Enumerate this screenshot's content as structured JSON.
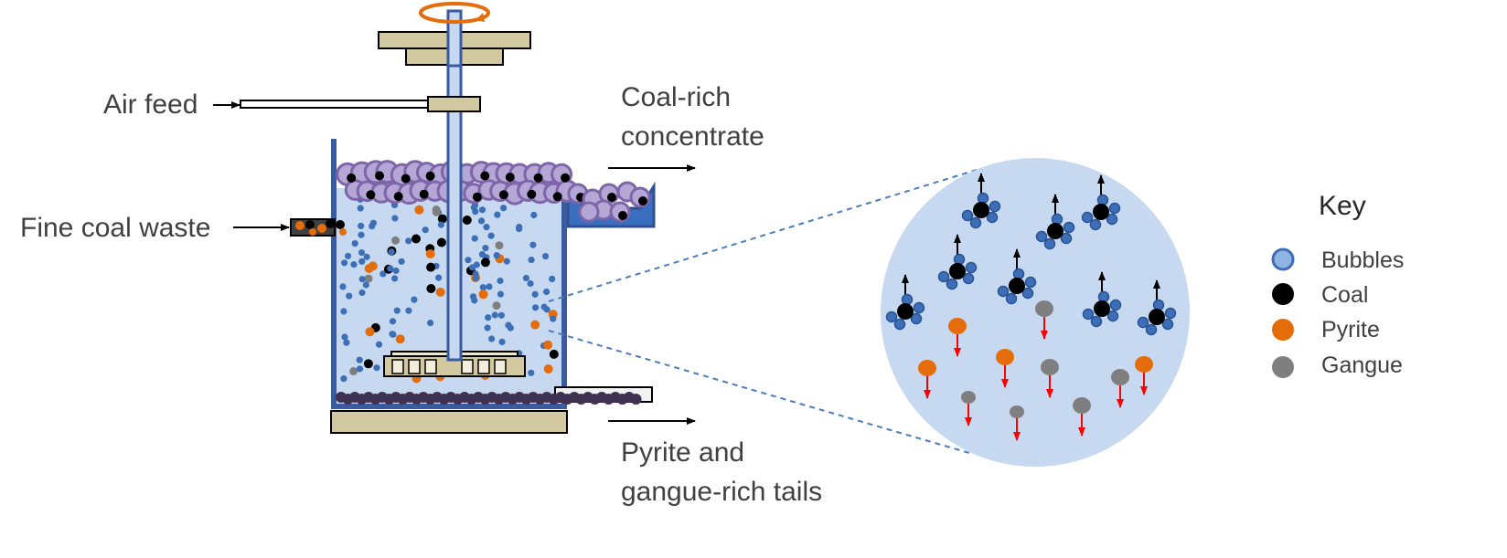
{
  "labels": {
    "air_feed": "Air feed",
    "fine_coal_waste": "Fine coal waste",
    "concentrate_line1": "Coal-rich",
    "concentrate_line2": "concentrate",
    "tails_line1": "Pyrite and",
    "tails_line2": "gangue-rich tails"
  },
  "key": {
    "title": "Key",
    "items": [
      {
        "label": "Bubbles",
        "color": "#8fb4e3",
        "stroke": "#3d6fb6"
      },
      {
        "label": "Coal",
        "color": "#000000",
        "stroke": "#000000"
      },
      {
        "label": "Pyrite",
        "color": "#e46c0a",
        "stroke": "#e46c0a"
      },
      {
        "label": "Gangue",
        "color": "#7f7f7f",
        "stroke": "#7f7f7f"
      }
    ]
  },
  "colors": {
    "tank_wall": "#3a5ba0",
    "slurry": "#c6d9f1",
    "froth_bubble": "#b4a7d6",
    "froth_stroke": "#7e64a8",
    "khaki": "#d2c9a0",
    "bubble_blue": "#3d6fb6",
    "rotor_purple": "#3f3151",
    "arrow_red": "#ff0000",
    "dashed_line": "#4a7ebb"
  }
}
